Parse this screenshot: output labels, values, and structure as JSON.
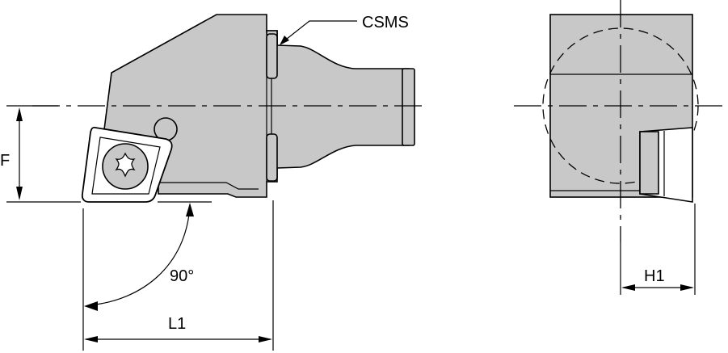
{
  "labels": {
    "csms": "CSMS",
    "f": "F",
    "angle": "90°",
    "l1": "L1",
    "h1": "H1"
  },
  "colors": {
    "body_fill": "#c8c8c8",
    "insert_fill": "#ffffff",
    "line": "#000000"
  },
  "icons": {
    "insert_screw": "torx-screw-icon"
  }
}
